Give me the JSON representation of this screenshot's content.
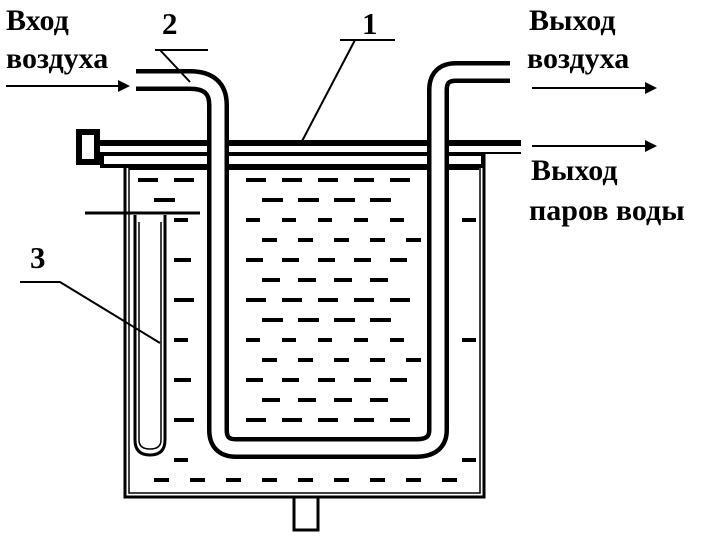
{
  "labels": {
    "air_in_line1": "Вход",
    "air_in_line2": "воздуха",
    "air_out_line1": "Выход",
    "air_out_line2": "воздуха",
    "vapor_out_line1": "Выход",
    "vapor_out_line2": "паров воды",
    "callout_1": "1",
    "callout_2": "2",
    "callout_3": "3"
  },
  "colors": {
    "ink": "#000000",
    "paper": "#ffffff"
  }
}
